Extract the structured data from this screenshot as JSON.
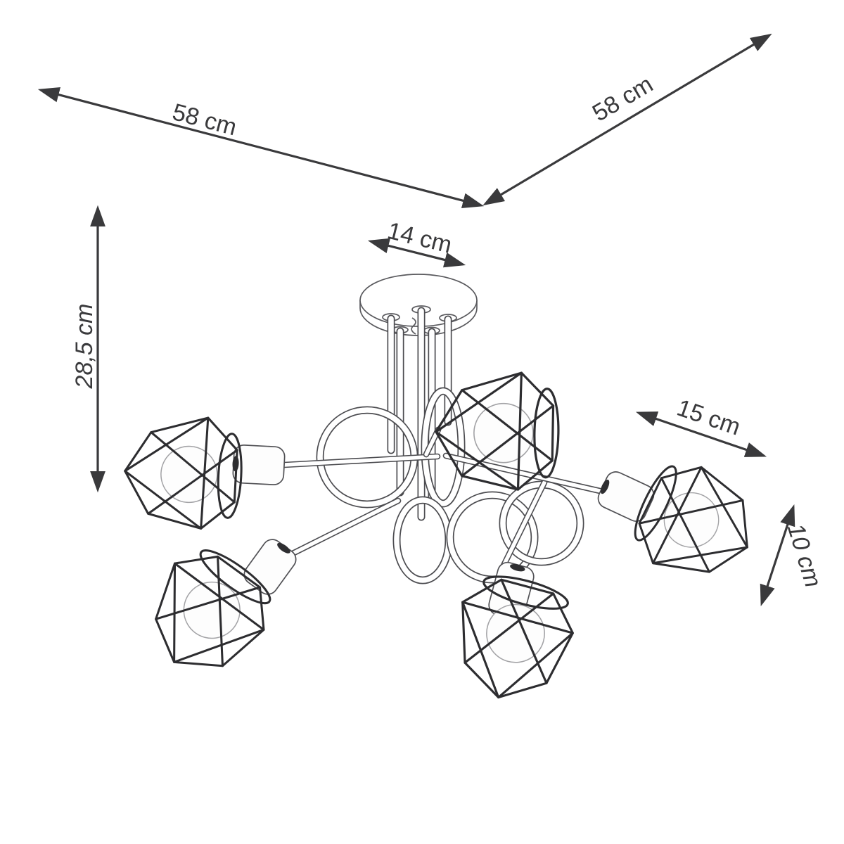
{
  "diagram": {
    "type": "product-dimension-drawing",
    "subject": "5-arm ceiling chandelier with diamond wire-cage shades",
    "shade_count": 5,
    "background": "#ffffff",
    "line_color": "#3a3a3c",
    "dims": {
      "width_left": "58 cm",
      "depth_right": "58 cm",
      "canopy_diameter": "14 cm",
      "height": "28,5 cm",
      "arm_length": "15 cm",
      "shade_height": "10 cm"
    }
  }
}
